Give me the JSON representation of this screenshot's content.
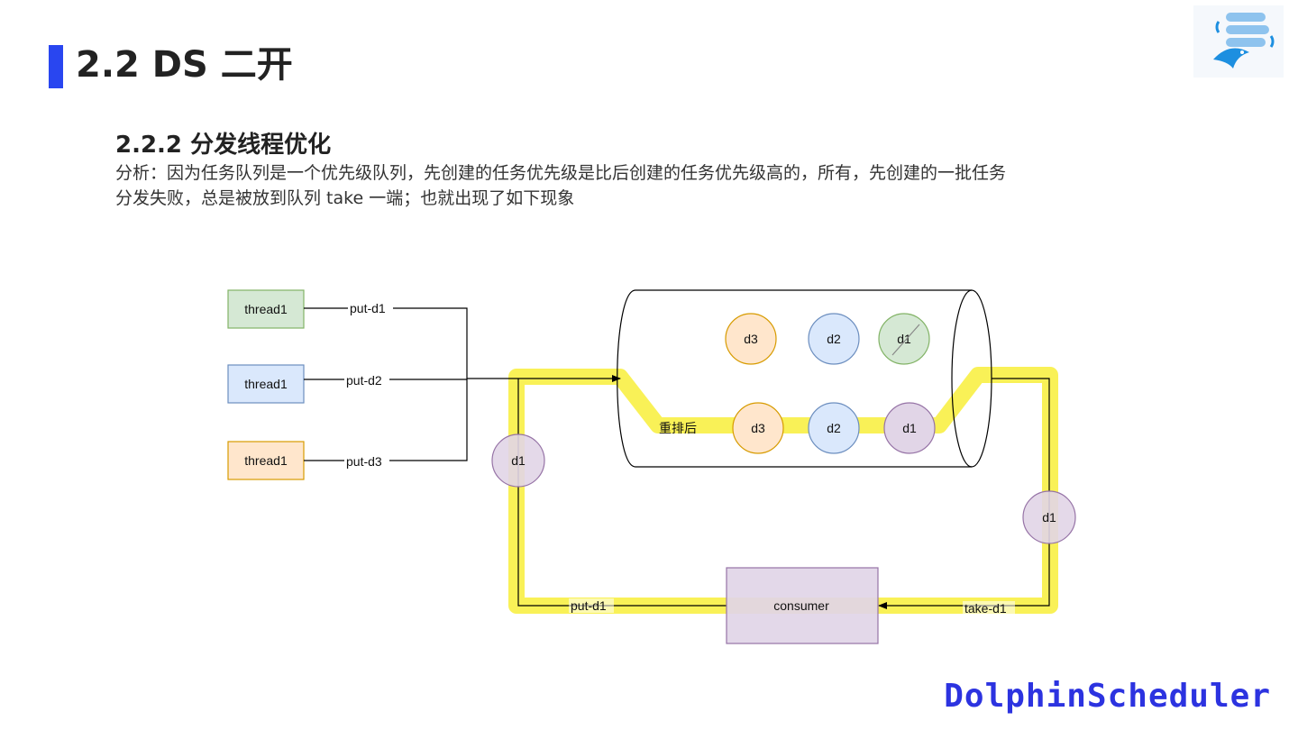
{
  "header": {
    "title": "2.2 DS 二开"
  },
  "section": {
    "heading": "2.2.2  分发线程优化",
    "body_line1": "分析：因为任务队列是一个优先级队列，先创建的任务优先级是比后创建的任务优先级高的，所有，先创建的一批任务",
    "body_line2": "分发失败，总是被放到队列 take 一端；也就出现了如下现象"
  },
  "diagram": {
    "threads": [
      {
        "label": "thread1",
        "color": "#d5e8d4",
        "border": "#82b366",
        "edge": "put-d1"
      },
      {
        "label": "thread1",
        "color": "#dae8fc",
        "border": "#6c8ebf",
        "edge": "put-d2"
      },
      {
        "label": "thread1",
        "color": "#ffe6cc",
        "border": "#d79b00",
        "edge": "put-d3"
      }
    ],
    "queue_top": [
      "d3",
      "d2",
      "d1"
    ],
    "queue_bottom": [
      "d3",
      "d2",
      "d1"
    ],
    "reorder_label": "重排后",
    "left_bubble": "d1",
    "right_bubble": "d1",
    "consumer_label": "consumer",
    "put_back_edge": "put-d1",
    "take_edge": "take-d1",
    "colors": {
      "orange_fill": "#ffe6cc",
      "orange_stroke": "#d79b00",
      "blue_fill": "#dae8fc",
      "blue_stroke": "#6c8ebf",
      "green_fill": "#d5e8d4",
      "green_stroke": "#82b366",
      "purple_fill": "#e1d5e7",
      "purple_stroke": "#9673a6",
      "highlight": "#f8ef3a"
    }
  },
  "footer": {
    "brand": "DolphinScheduler"
  }
}
